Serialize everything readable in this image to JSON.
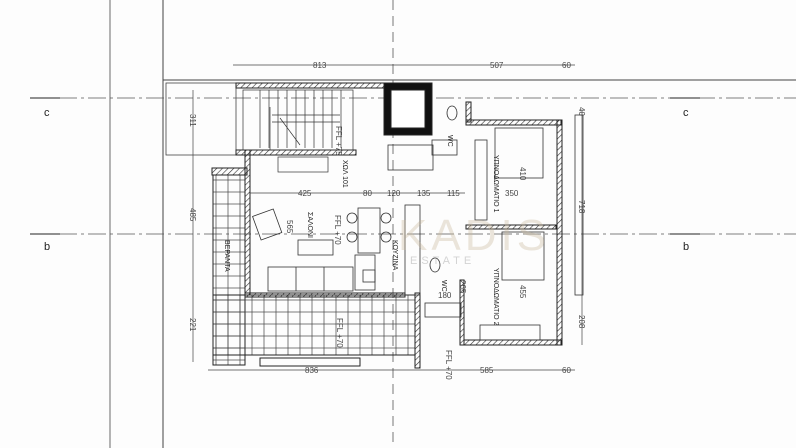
{
  "axes": {
    "c": "c",
    "b": "b"
  },
  "rooms": {
    "living": "ΣΑΛΟΝΙ",
    "kitchen": "ΚΟΥΖΙΝΑ",
    "bedroom1": "ΥΠΝΟΔΩΜΑΤΙΟ 1",
    "bedroom2": "ΥΠΝΟΔΩΜΑΤΙΟ 2",
    "wc1": "WC",
    "wc2": "WC",
    "veranda": "ΒΕΡΑΝΤΑ",
    "hall": "ΧΩΛ 101"
  },
  "dimensions": {
    "top": [
      "813",
      "507",
      "60"
    ],
    "bottom": [
      "836",
      "585",
      "60"
    ],
    "left": [
      "311",
      "485",
      "221"
    ],
    "right": [
      "718",
      "208",
      "40"
    ],
    "interior_row": [
      "425",
      "80",
      "120",
      "135",
      "115",
      "350"
    ],
    "living_depth": "565",
    "bedroom1_depth": "410",
    "bedroom2_depth": "455",
    "wc_depth": "265",
    "wc_width": "180"
  },
  "levels": [
    "FFL +75",
    "FFL +70",
    "FFL +70",
    "FFL +70"
  ],
  "watermark": {
    "brand": "KADIS",
    "sub": "ESTATE"
  }
}
